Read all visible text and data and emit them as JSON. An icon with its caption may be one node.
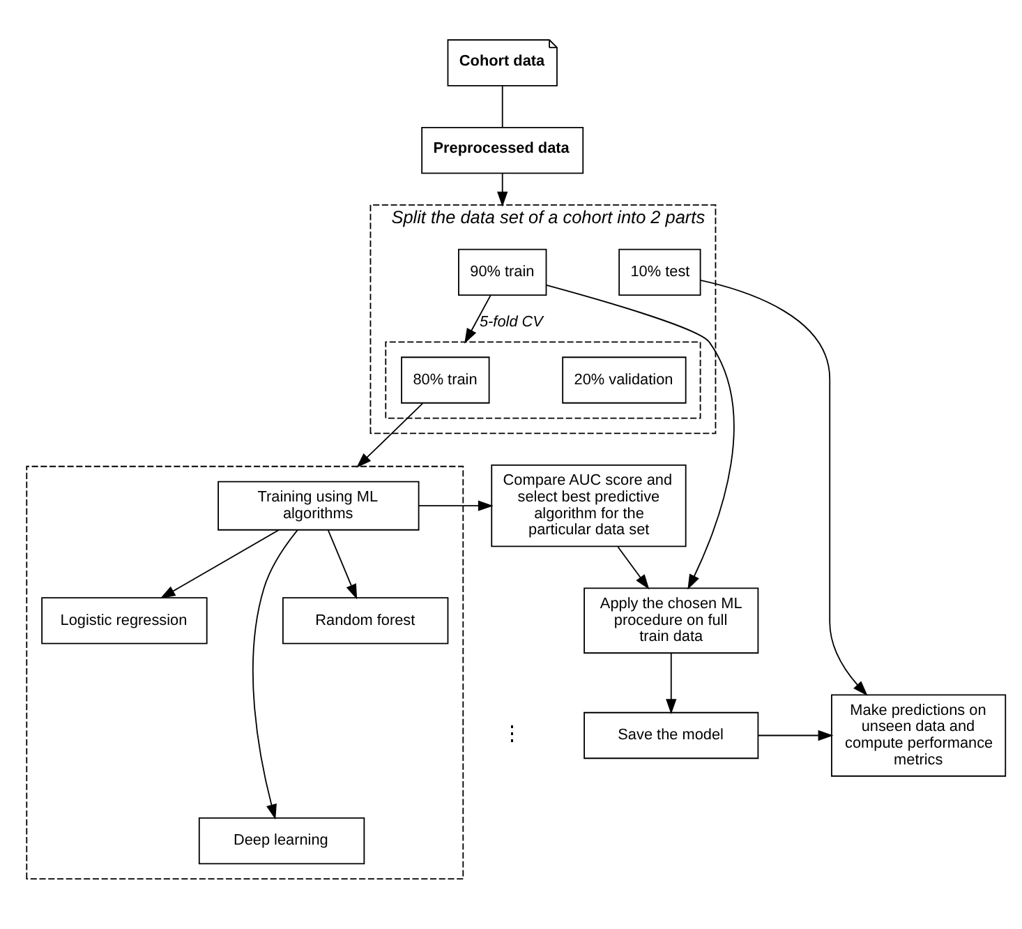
{
  "diagram": {
    "nodes": [
      {
        "text": [
          "Cohort data"
        ]
      },
      {
        "text": [
          "Preprocessed data"
        ]
      },
      {
        "text": [
          "Split the data set of a cohort into 2 parts"
        ]
      },
      {
        "text": [
          "90% train"
        ],
        "in": 2
      },
      {
        "text": [
          "10% test"
        ],
        "in": 2
      },
      {
        "text": [],
        "shape": "box",
        "in": 2
      },
      {
        "text": [
          "80% train"
        ],
        "in": 5
      },
      {
        "text": [
          "20% validation"
        ],
        "in": 5
      },
      {
        "text": [],
        "shape": "box"
      },
      {
        "text": [
          "Training using ML algorithms"
        ],
        "in": 8
      },
      {
        "text": [
          "Logistic regression"
        ],
        "in": 8
      },
      {
        "text": [
          "Random forest"
        ],
        "in": 8
      },
      {
        "text": [
          "Deep learning"
        ],
        "in": 8
      },
      {
        "text": [
          "Compare AUC score and select best predictive algorithm for the particular data set"
        ]
      },
      {
        "text": [
          "Apply the chosen ML procedure on full train data"
        ]
      },
      {
        "text": [
          "Save the model"
        ]
      },
      {
        "text": [
          "Make predictions on unseen data and compute performance metrics"
        ]
      }
    ],
    "edges": [
      {
        "from": 0,
        "to": 1,
        "arrow": "none"
      },
      {
        "from": 1,
        "to": 2,
        "arrow": "to"
      },
      {
        "from": 3,
        "to": 5,
        "arrow": "to",
        "label": "5-fold CV"
      },
      {
        "from": 6,
        "to": 8,
        "arrow": "to"
      },
      {
        "from": 9,
        "to": 10,
        "arrow": "to"
      },
      {
        "from": 9,
        "to": 11,
        "arrow": "to"
      },
      {
        "from": 9,
        "to": 12,
        "arrow": "to"
      },
      {
        "from": 9,
        "to": 13,
        "arrow": "to"
      },
      {
        "from": 13,
        "to": 14,
        "arrow": "to"
      },
      {
        "from": 3,
        "to": 14,
        "arrow": "to"
      },
      {
        "from": 14,
        "to": 15,
        "arrow": "to"
      },
      {
        "from": 15,
        "to": 16,
        "arrow": "to"
      },
      {
        "from": 4,
        "to": 16,
        "arrow": "to"
      }
    ],
    "labels": [
      "⋮"
    ]
  }
}
